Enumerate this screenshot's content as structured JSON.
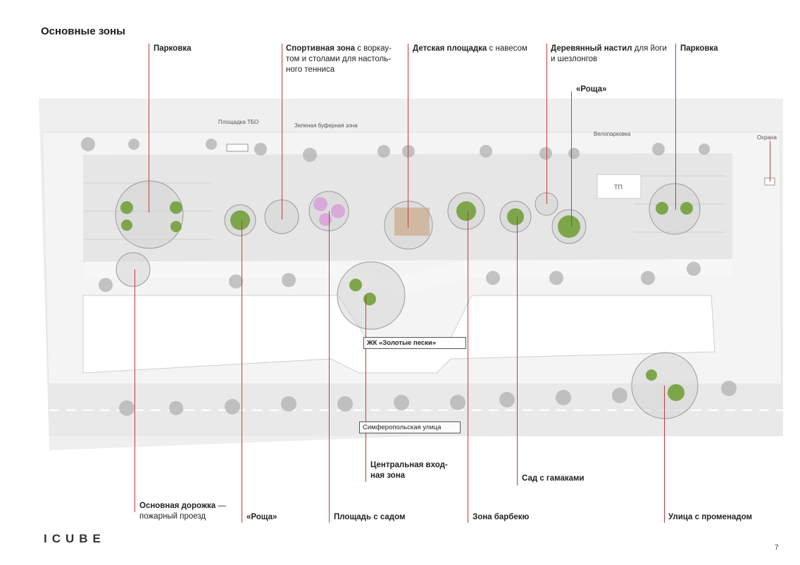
{
  "title": "Основные зоны",
  "labels_top": [
    {
      "bold": "Парковка",
      "rest": ""
    },
    {
      "bold": "Спортивная зона",
      "rest": " с воркау-"
    },
    {
      "bold": "Детская площадка",
      "rest": " с навесом"
    },
    {
      "bold": "Деревянный настил",
      "rest": " для йоги"
    },
    {
      "bold": "Парковка",
      "rest": ""
    }
  ],
  "sport_line2": "том и столами для настоль-",
  "sport_line3": "ного тенниса",
  "deck_line2": "и шезлонгов",
  "grove_top": "«Роща»",
  "labels_bottom": {
    "path_bold": "Основная дорожка",
    "path_rest": " —",
    "path_line2": "пожарный проезд",
    "grove": "«Роща»",
    "square": "Площадь с садом",
    "central_1": "Центральная вход-",
    "central_2": "ная зона",
    "bbq": "Зона барбекю",
    "hammock": "Сад с гамаками",
    "promenade": "Улица с променадом"
  },
  "map_small": {
    "waste": "Площадка ТБО",
    "buffer": "Зеленая буферная зона",
    "bike": "Велопарковка",
    "guard": "Охрана",
    "tp": "ТП"
  },
  "complex_name": "ЖК «Золотые пески»",
  "street_name": "Симферопольская улица",
  "logo": "ICUBE",
  "page_number": "7"
}
